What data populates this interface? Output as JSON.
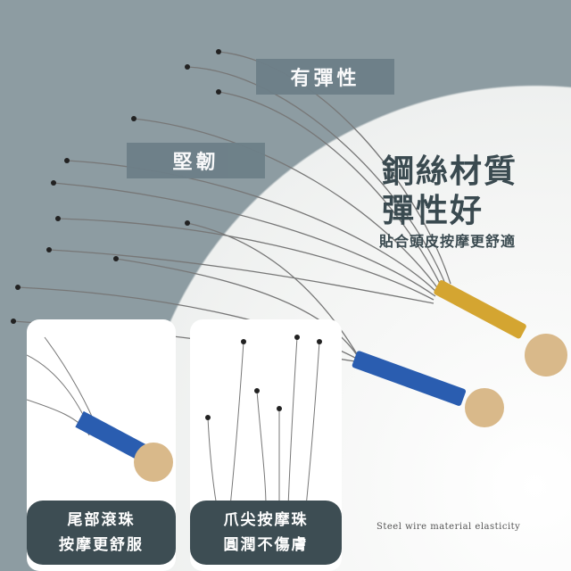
{
  "tags": {
    "elastic": "有彈性",
    "tough": "堅韌"
  },
  "headline": {
    "line1": "鋼絲材質",
    "line2": "彈性好",
    "sub": "貼合頭皮按摩更舒適"
  },
  "panels": [
    {
      "line1": "尾部滾珠",
      "line2": "按摩更舒服"
    },
    {
      "line1": "爪尖按摩珠",
      "line2": "圓潤不傷膚"
    }
  ],
  "caption_en": "Steel wire material elasticity",
  "colors": {
    "tag": "#6d7f88",
    "caption": "#3d4d53",
    "handle_blue": "#2a5db0",
    "handle_gold": "#d4a531",
    "ball": "#d9b98a"
  }
}
